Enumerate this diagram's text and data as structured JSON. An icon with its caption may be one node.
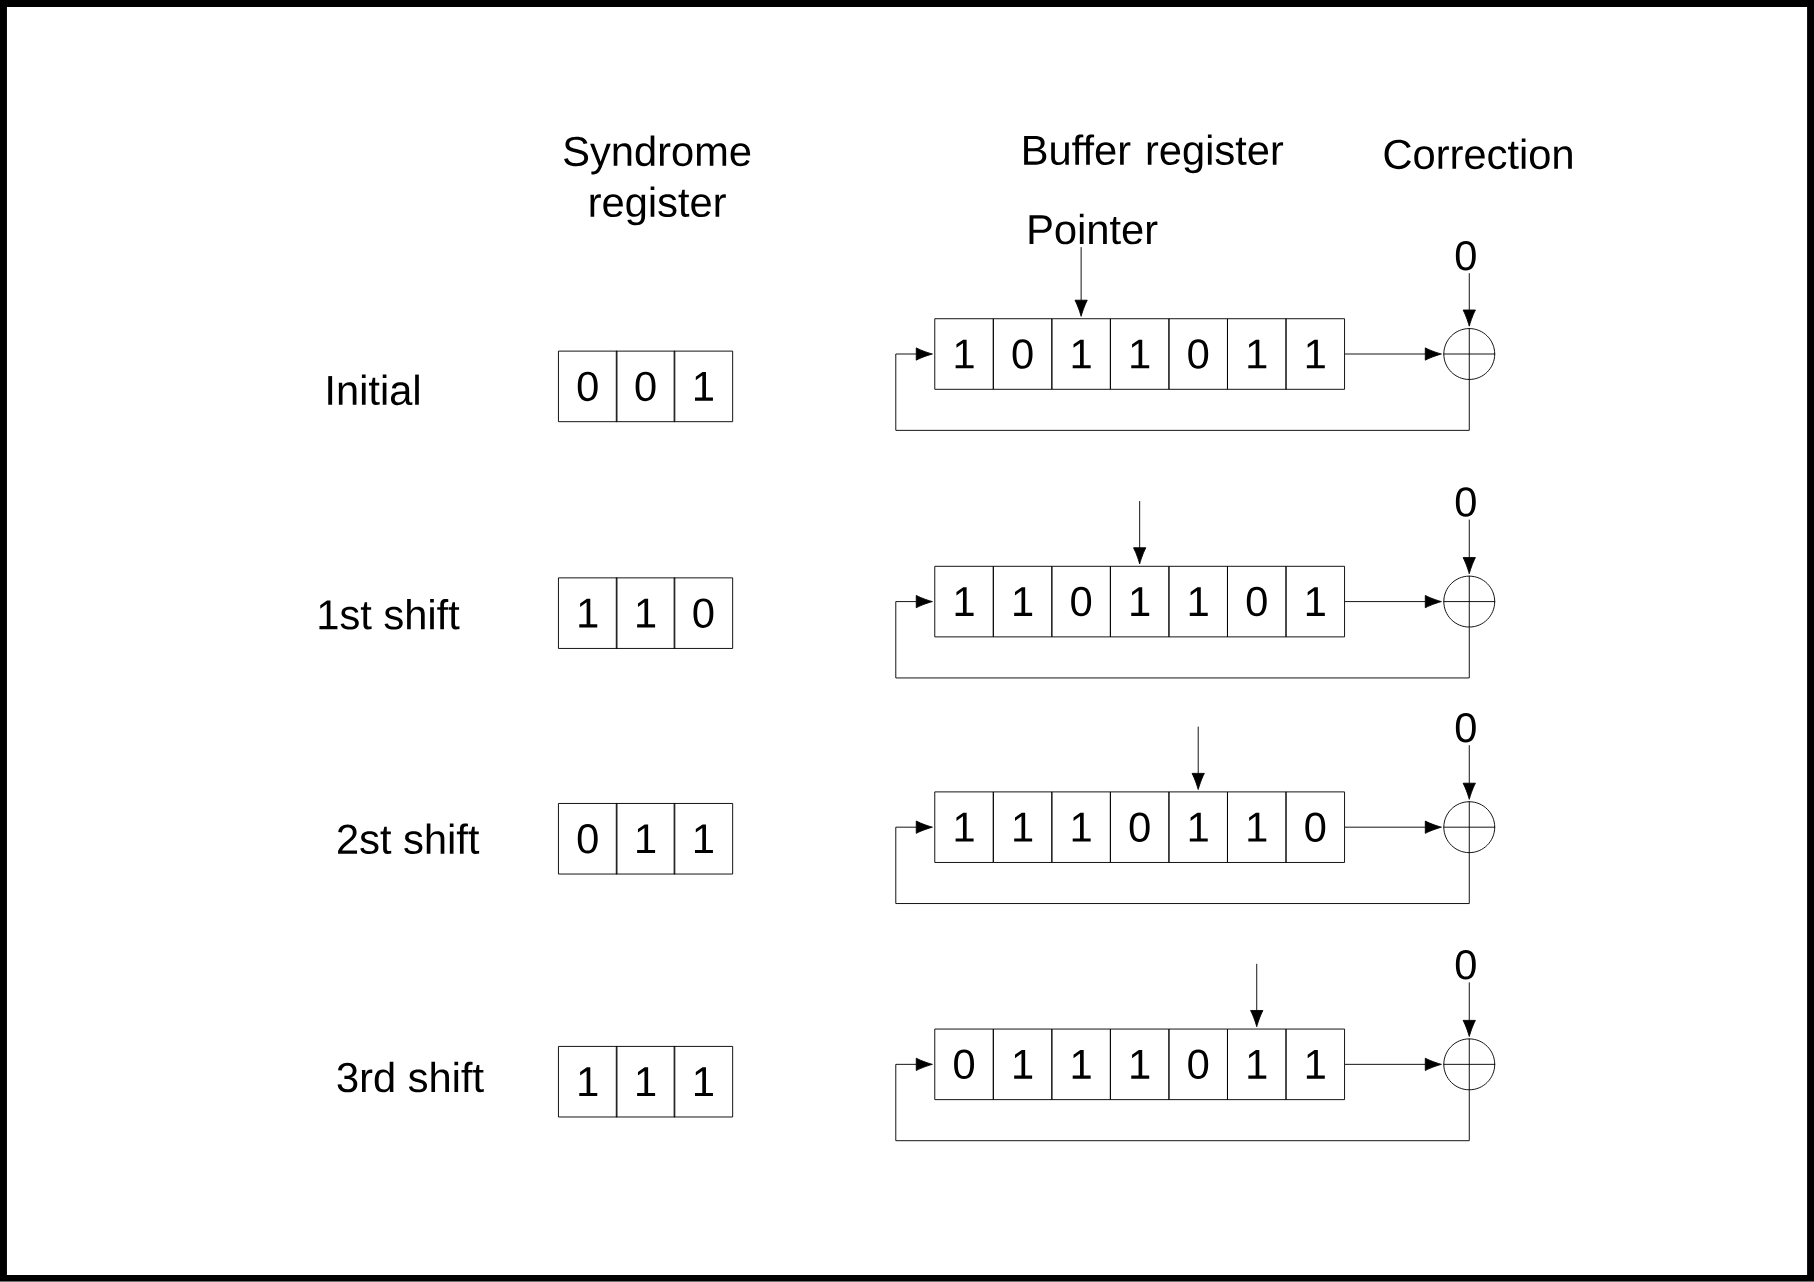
{
  "diagram": {
    "nodes": [
      {
        "text": [
          "Pointer"
        ]
      },
      {
        "text": [
          "0"
        ]
      },
      {
        "text": [
          "0"
        ]
      },
      {
        "text": [
          "0"
        ]
      },
      {
        "text": [
          "1"
        ]
      },
      {
        "text": [
          "1"
        ]
      },
      {
        "text": [
          "0"
        ]
      },
      {
        "text": [
          "1"
        ]
      },
      {
        "text": [
          "1"
        ]
      },
      {
        "text": [
          "0"
        ]
      },
      {
        "text": [
          "1"
        ]
      },
      {
        "text": [
          "1"
        ]
      },
      {
        "text": [],
        "shape": "circle"
      },
      {
        "text": [
          "0"
        ]
      },
      {
        "text": [
          "1"
        ]
      },
      {
        "text": [
          "1"
        ]
      },
      {
        "text": [
          "0"
        ]
      },
      {
        "text": [
          "1"
        ]
      },
      {
        "text": [
          "1"
        ]
      },
      {
        "text": [
          "0"
        ]
      },
      {
        "text": [
          "1"
        ]
      },
      {
        "text": [
          "1"
        ]
      },
      {
        "text": [
          "0"
        ]
      },
      {
        "text": [
          "1"
        ]
      },
      {
        "text": [],
        "shape": "circle"
      },
      {
        "text": [
          "0"
        ]
      },
      {
        "text": [
          "0"
        ]
      },
      {
        "text": [
          "1"
        ]
      },
      {
        "text": [
          "1"
        ]
      },
      {
        "text": [
          "1"
        ]
      },
      {
        "text": [
          "1"
        ]
      },
      {
        "text": [
          "1"
        ]
      },
      {
        "text": [
          "0"
        ]
      },
      {
        "text": [
          "1"
        ]
      },
      {
        "text": [
          "1"
        ]
      },
      {
        "text": [
          "0"
        ]
      },
      {
        "text": [],
        "shape": "circle"
      },
      {
        "text": [
          "0"
        ]
      },
      {
        "text": [
          "1"
        ]
      },
      {
        "text": [
          "1"
        ]
      },
      {
        "text": [
          "1"
        ]
      },
      {
        "text": [
          "0"
        ]
      },
      {
        "text": [
          "1"
        ]
      },
      {
        "text": [
          "1"
        ]
      },
      {
        "text": [
          "1"
        ]
      },
      {
        "text": [
          "0"
        ]
      },
      {
        "text": [
          "1"
        ]
      },
      {
        "text": [
          "1"
        ]
      },
      {
        "text": [],
        "shape": "circle"
      }
    ],
    "edges": [
      {
        "from": 0,
        "to": 7,
        "arrow": "to"
      },
      {
        "from": 1,
        "to": 12,
        "arrow": "to"
      },
      {
        "from": 11,
        "to": 12,
        "arrow": "to"
      },
      {
        "from": 12,
        "to": 5,
        "arrow": "to"
      },
      {
        "from": null,
        "to": 20,
        "arrow": "to"
      },
      {
        "from": 13,
        "to": 24,
        "arrow": "to"
      },
      {
        "from": 23,
        "to": 24,
        "arrow": "to"
      },
      {
        "from": 24,
        "to": 17,
        "arrow": "to"
      },
      {
        "from": null,
        "to": 33,
        "arrow": "to"
      },
      {
        "from": 25,
        "to": 36,
        "arrow": "to"
      },
      {
        "from": 35,
        "to": 36,
        "arrow": "to"
      },
      {
        "from": 36,
        "to": 29,
        "arrow": "to"
      },
      {
        "from": null,
        "to": 46,
        "arrow": "to"
      },
      {
        "from": 37,
        "to": 48,
        "arrow": "to"
      },
      {
        "from": 47,
        "to": 48,
        "arrow": "to"
      },
      {
        "from": 48,
        "to": 41,
        "arrow": "to"
      }
    ],
    "labels": [
      "Syndrome register",
      "Buffer register",
      "Correction",
      "Initial",
      "1st shift",
      "2st shift",
      "3rd shift"
    ]
  }
}
